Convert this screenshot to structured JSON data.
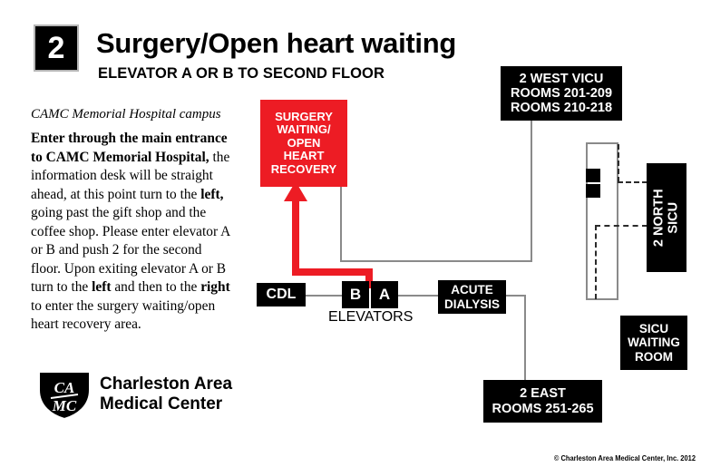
{
  "header": {
    "floor_badge": "2",
    "title": "Surgery/Open heart waiting",
    "subtitle": "ELEVATOR A OR B TO SECOND FLOOR"
  },
  "sidebar": {
    "campus_label": "CAMC Memorial Hospital campus",
    "directions_html": "<b>Enter through the main entrance to CAMC Memorial Hospital,</b> the information desk will be straight ahead, at this point turn to the <b>left,</b> going past the gift shop and the coffee shop. Please enter elevator A or B and push 2 for the second floor. Upon exiting elevator A or B turn to the <b>left</b> and then to the <b>right</b> to enter the surgery waiting/open heart recovery area."
  },
  "logo": {
    "monogram_top": "CA",
    "monogram_bottom": "MC",
    "line1": "Charleston Area",
    "line2": "Medical Center"
  },
  "map": {
    "destination": {
      "name": "surgery-waiting-open-heart-recovery",
      "lines": [
        "SURGERY",
        "WAITING/",
        "OPEN",
        "HEART",
        "RECOVERY"
      ],
      "color": "#ed1c24"
    },
    "rooms": [
      {
        "name": "two-west-vicu",
        "lines": [
          "2 WEST VICU",
          "ROOMS 201-209",
          "ROOMS 210-218"
        ]
      },
      {
        "name": "two-north-sicu",
        "lines": [
          "2 NORTH",
          "SICU"
        ]
      },
      {
        "name": "two-east",
        "lines": [
          "2 EAST",
          "ROOMS 251-265"
        ]
      },
      {
        "name": "sicu-waiting-room",
        "lines": [
          "SICU",
          "WAITING",
          "ROOM"
        ]
      },
      {
        "name": "acute-dialysis",
        "lines": [
          "ACUTE",
          "DIALYSIS"
        ]
      },
      {
        "name": "cdl",
        "lines": [
          "CDL"
        ]
      }
    ],
    "elevators": {
      "label": "ELEVATORS",
      "cars": [
        "B",
        "A"
      ]
    }
  },
  "footer": {
    "copyright": "© Charleston Area Medical Center, Inc. 2012"
  },
  "colors": {
    "accent_red": "#ed1c24",
    "box_black": "#000000",
    "corridor_gray": "#8a8a8a"
  }
}
